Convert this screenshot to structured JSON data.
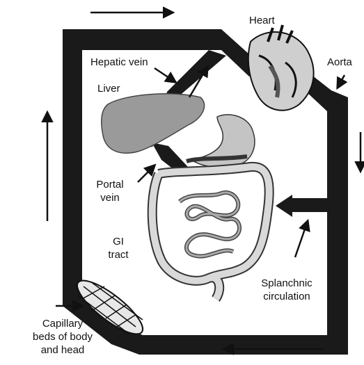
{
  "labels": {
    "heart": "Heart",
    "aorta": "Aorta",
    "hepatic_vein": "Hepatic vein",
    "liver": "Liver",
    "portal_vein_line1": "Portal",
    "portal_vein_line2": "vein",
    "gi_tract_line1": "GI",
    "gi_tract_line2": "tract",
    "splanchnic_line1": "Splanchnic",
    "splanchnic_line2": "circulation",
    "capillary_line1": "Capillary",
    "capillary_line2": "beds of body",
    "capillary_line3": "and head"
  },
  "colors": {
    "vessel": "#1a1a1a",
    "organ_fill": "#9a9a9a",
    "organ_light": "#d8d8d8",
    "intestine": "#bdbdbd"
  }
}
